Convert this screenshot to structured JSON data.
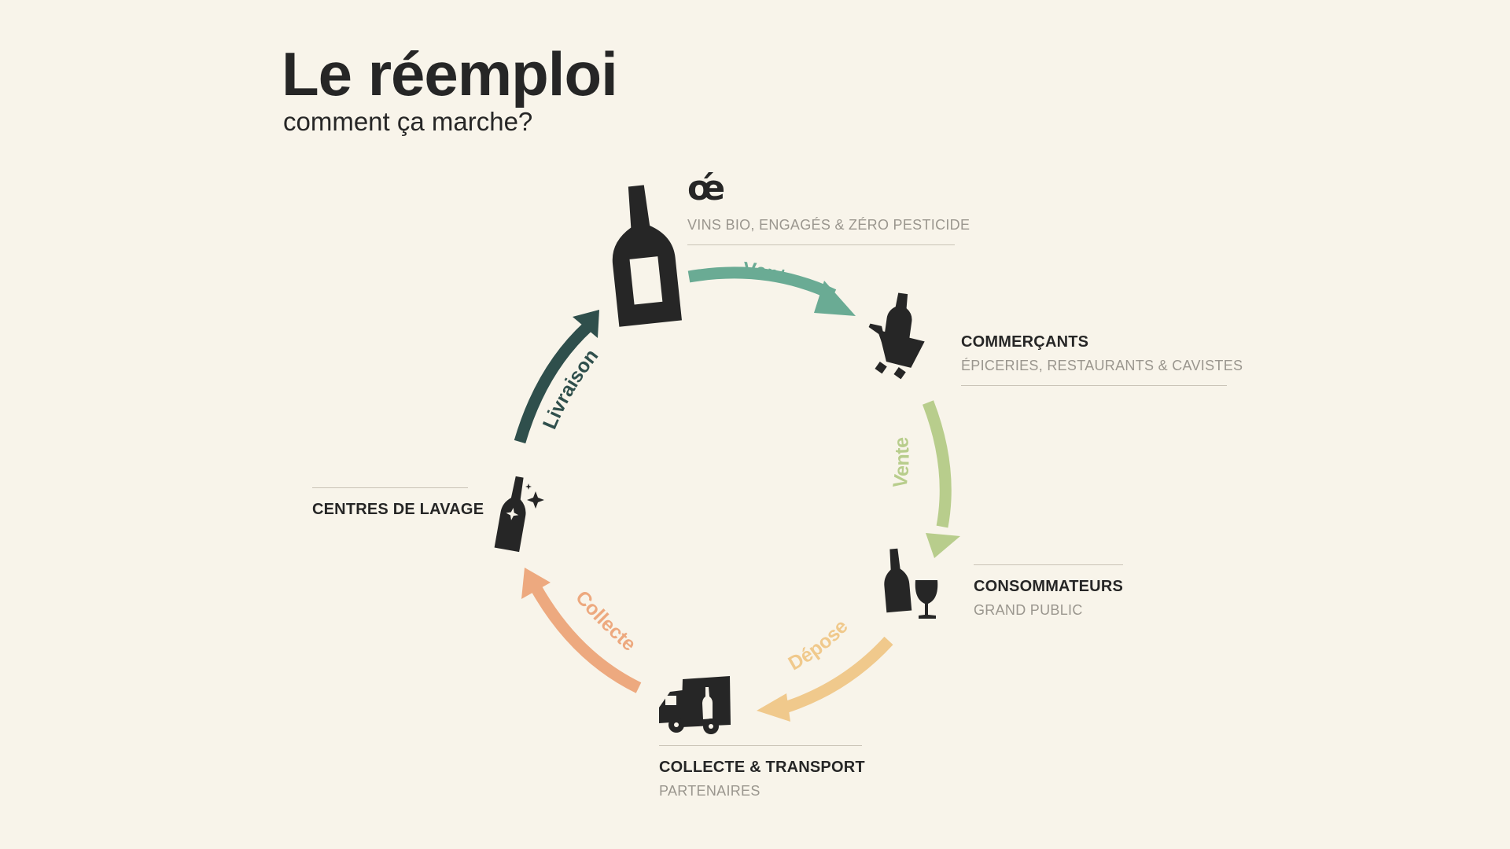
{
  "header": {
    "title": "Le réemploi",
    "subtitle": "comment ça marche?"
  },
  "brand": {
    "logo_text": "œ́",
    "tagline": "VINS BIO, ENGAGÉS & ZÉRO PESTICIDE"
  },
  "nodes": {
    "commercants": {
      "name": "COMMERÇANTS",
      "desc": "ÉPICERIES, RESTAURANTS & CAVISTES"
    },
    "consommateurs": {
      "name": "CONSOMMATEURS",
      "desc": "GRAND PUBLIC"
    },
    "transport": {
      "name": "COLLECTE & TRANSPORT",
      "desc": "PARTENAIRES"
    },
    "lavage": {
      "name": "CENTRES DE LAVAGE"
    }
  },
  "arrows": {
    "vente1": {
      "label": "Vente",
      "color": "#6aab94"
    },
    "vente2": {
      "label": "Vente",
      "color": "#b8cd8c"
    },
    "depose": {
      "label": "Dépose",
      "color": "#f0c98c"
    },
    "collecte": {
      "label": "Collecte",
      "color": "#eda97f"
    },
    "livraison": {
      "label": "Livraison",
      "color": "#2f4f4c"
    }
  },
  "colors": {
    "background": "#f8f4ea",
    "icon": "#262626",
    "muted_text": "#9a968e",
    "rule": "#c9c3b6"
  }
}
